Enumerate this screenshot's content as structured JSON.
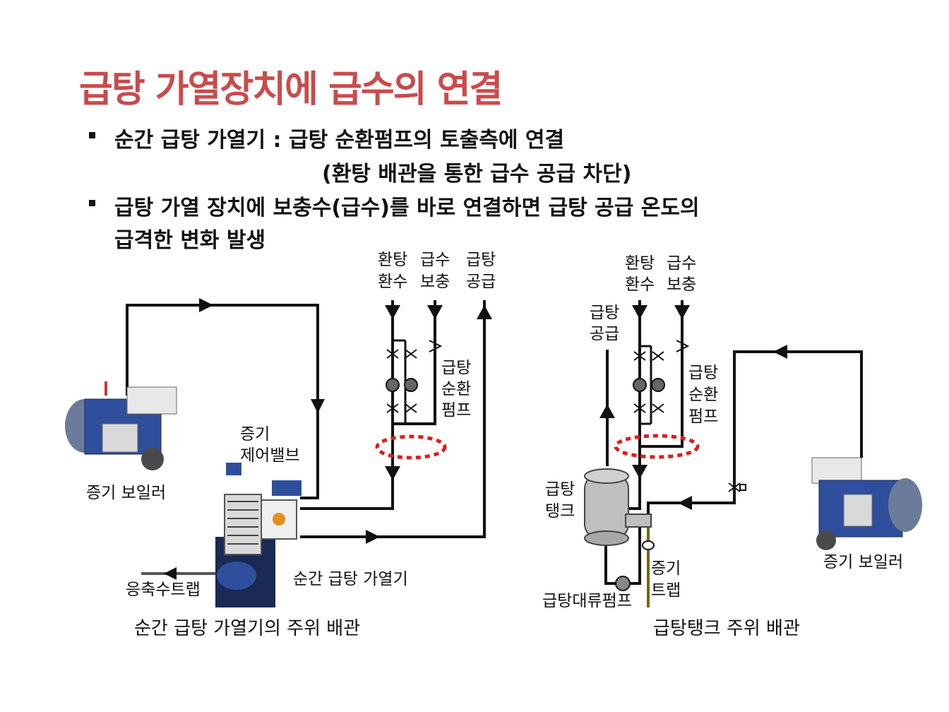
{
  "title": "급탕 가열장치에 급수의 연결",
  "bullets": [
    {
      "line1": "순간 급탕 가열기 : 급탕 순환펌프의 토출측에 연결",
      "line2": "(환탕 배관을 통한 급수 공급 차단)"
    },
    {
      "line1": "급탕 가열 장치에 보충수(급수)를 바로 연결하면 급탕 공급 온도의",
      "line2": "급격한 변화 발생"
    }
  ],
  "left_diagram": {
    "caption": "순간 급탕 가열기의 주위 배관",
    "return_top": "환탕",
    "return_bottom": "환수",
    "makeup_top": "급수",
    "makeup_bottom": "보충",
    "supply_top": "급탕",
    "supply_bottom": "공급",
    "pump_line1": "급탕",
    "pump_line2": "순환",
    "pump_line3": "펌프",
    "valve_line1": "증기",
    "valve_line2": "제어밸브",
    "boiler": "증기 보일러",
    "trap": "응축수트랩",
    "heater": "순간 급탕 가열기"
  },
  "right_diagram": {
    "caption": "급탕탱크 주위 배관",
    "return_top": "환탕",
    "return_bottom": "환수",
    "makeup_top": "급수",
    "makeup_bottom": "보충",
    "supply_top": "급탕",
    "supply_bottom": "공급",
    "pump_line1": "급탕",
    "pump_line2": "순환",
    "pump_line3": "펌프",
    "tank_line1": "급탕",
    "tank_line2": "탱크",
    "steam_trap_line1": "증기",
    "steam_trap_line2": "트랩",
    "conv_pump": "급탕대류펌프",
    "boiler": "증기 보일러"
  },
  "colors": {
    "title": "#c94b4b",
    "highlight": "#e01b1b",
    "boiler_blue": "#2f4f9c",
    "tank_gray": "#bfbfbf"
  }
}
